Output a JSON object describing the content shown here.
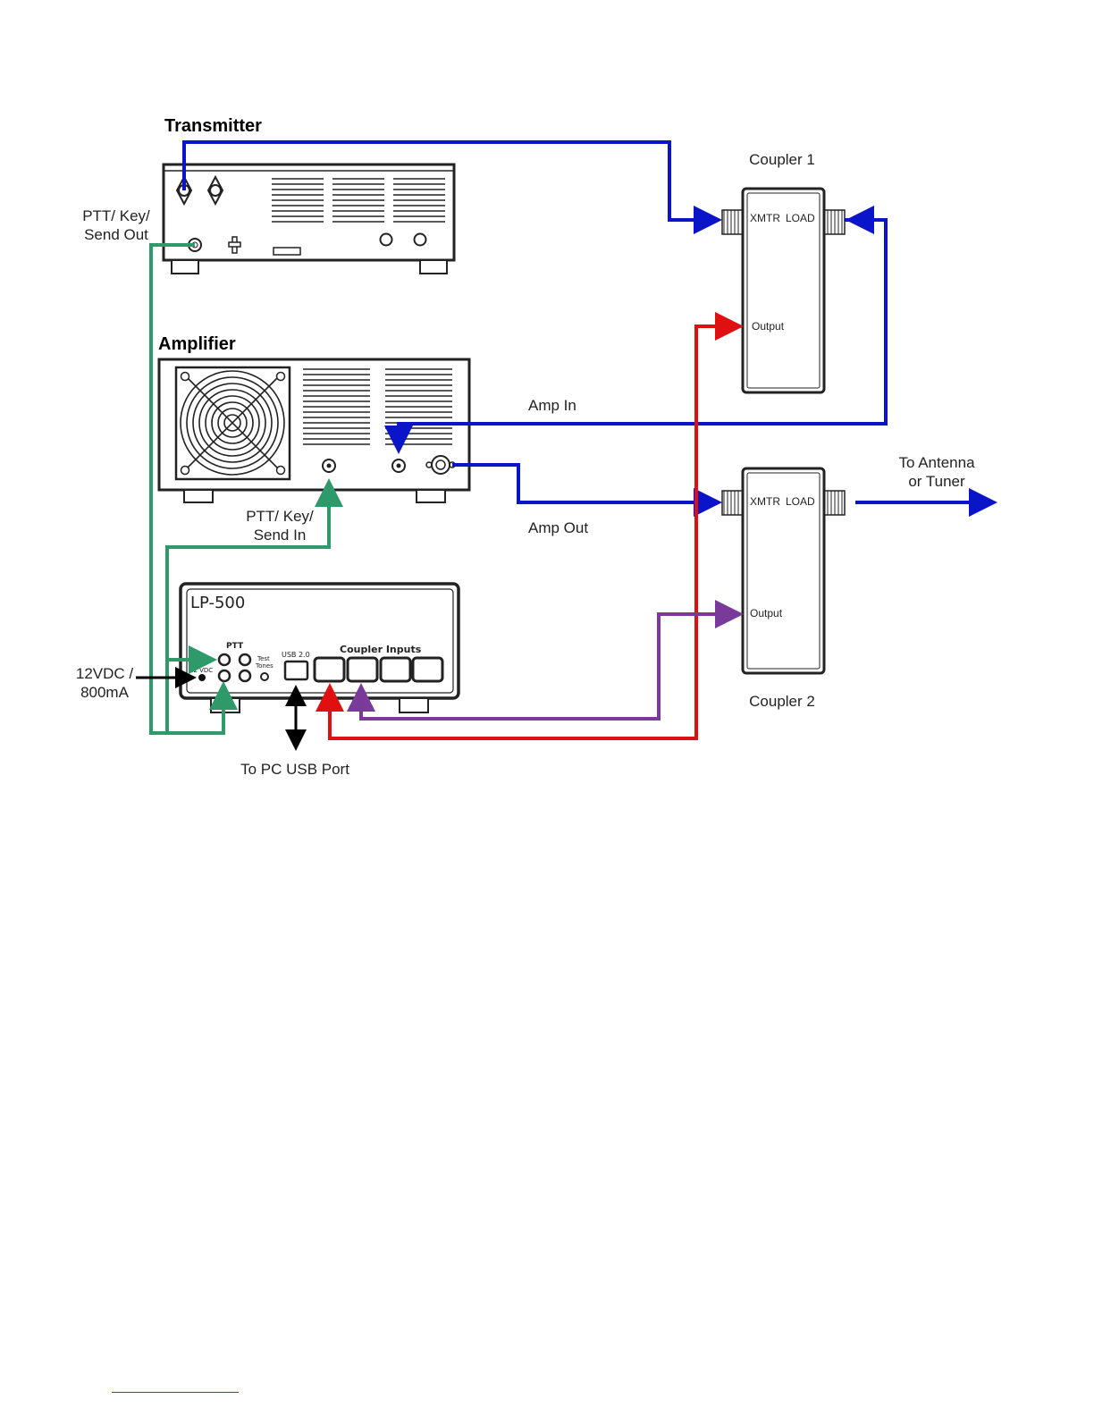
{
  "devices": {
    "transmitter": {
      "title": "Transmitter",
      "ptt_label_1": "PTT/ Key/",
      "ptt_label_2": "Send Out"
    },
    "amplifier": {
      "title": "Amplifier",
      "ptt_label_1": "PTT/ Key/",
      "ptt_label_2": "Send In",
      "amp_in": "Amp In",
      "amp_out": "Amp Out"
    },
    "lp500": {
      "title": "LP-500",
      "ptt": "PTT",
      "usb": "USB 2.0",
      "coupler_inputs": "Coupler Inputs",
      "v12": "12 VDC",
      "test_1": "Test",
      "test_2": "Tones"
    },
    "coupler1": {
      "title": "Coupler 1",
      "xmtr": "XMTR",
      "load": "LOAD",
      "output": "Output"
    },
    "coupler2": {
      "title": "Coupler 2",
      "xmtr": "XMTR",
      "load": "LOAD",
      "output": "Output"
    }
  },
  "labels": {
    "power_1": "12VDC /",
    "power_2": "800mA",
    "usb_port": "To PC USB Port",
    "antenna_1": "To Antenna",
    "antenna_2": "or Tuner"
  },
  "colors": {
    "rf": "#0a14c8",
    "ptt": "#2e9a6a",
    "coupler1_signal": "#e01010",
    "coupler2_signal": "#7a3a9a",
    "power": "#000000"
  }
}
